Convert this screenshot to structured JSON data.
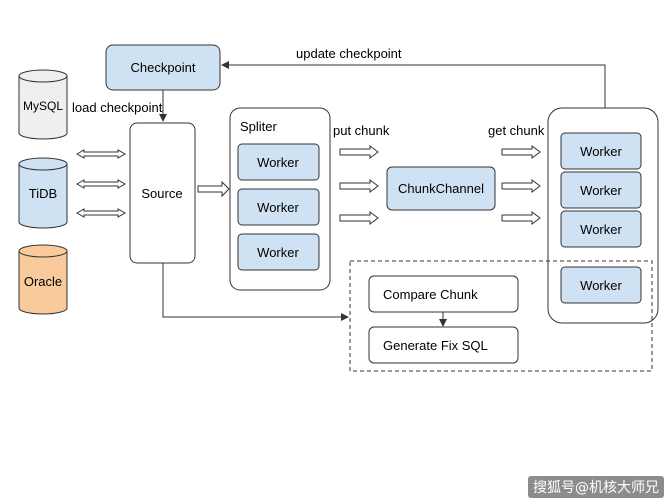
{
  "nodes": {
    "checkpoint": "Checkpoint",
    "source": "Source",
    "spliter": "Spliter",
    "chunk_channel": "ChunkChannel",
    "compare_chunk": "Compare Chunk",
    "generate_fix_sql": "Generate Fix SQL",
    "worker": "Worker"
  },
  "databases": {
    "mysql": "MySQL",
    "tidb": "TiDB",
    "oracle": "Oracle"
  },
  "edges": {
    "update_checkpoint": "update checkpoint",
    "load_checkpoint": "load checkpoint",
    "put_chunk": "put chunk",
    "get_chunk": "get chunk"
  },
  "watermark": "搜狐号@机核大师兄",
  "colors": {
    "node_fill": "#cfe2f3",
    "white": "#ffffff",
    "mysql_fill": "#efefef",
    "tidb_fill": "#cfe2f3",
    "oracle_fill": "#f9cb9c",
    "stroke": "#333333"
  }
}
